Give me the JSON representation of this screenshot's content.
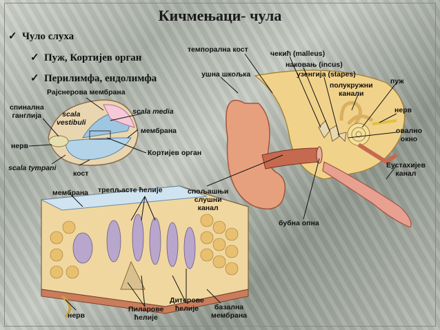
{
  "title": "Кичмењаци- чула",
  "bullets": [
    "Чуло слуха",
    "Пуж, Кортијев орган",
    "Перилимфа, ендолимфа"
  ],
  "labels": {
    "reissner": "Рајснерова мембрана",
    "spinal_ganglia": "спинална\nганглија",
    "scala_vestibuli": "scala\nvestibuli",
    "scala_media": "scala media",
    "membrane1": "мембрана",
    "nerve_left": "нерв",
    "corti": "Кортијев орган",
    "scala_tympani": "scala tympani",
    "bone": "кост",
    "membrane2": "мембрана",
    "hair_cells": "трепљасте ћелије",
    "nerve_bottom": "нерв",
    "pillar_cells": "Пиларове\nћелије",
    "deiters_cells": "Дитерове\nћелије",
    "basilar_membrane": "базална\nмембрана",
    "temporal_bone": "темпорална кост",
    "malleus": "чекић (malleus)",
    "incus": "наковањ (incus)",
    "stapes": "узенгија (stapes)",
    "pinna": "ушна шкољка",
    "semicircular": "полукружни\nканали",
    "cochlea": "пуж",
    "nerve_right": "нерв",
    "oval_window": "овално\nокно",
    "eustachian": "Еустахијев\nканал",
    "ear_canal": "спољашњи\nслушни\nканал",
    "eardrum": "бубна опна"
  },
  "colors": {
    "skin": "#e7a07e",
    "skin_dark": "#c56a4f",
    "bone": "#f1d28a",
    "cochlea_blue": "#9fc6e0",
    "cell_purple": "#b8a6cc",
    "cell_yellow": "#f0d7a0"
  }
}
